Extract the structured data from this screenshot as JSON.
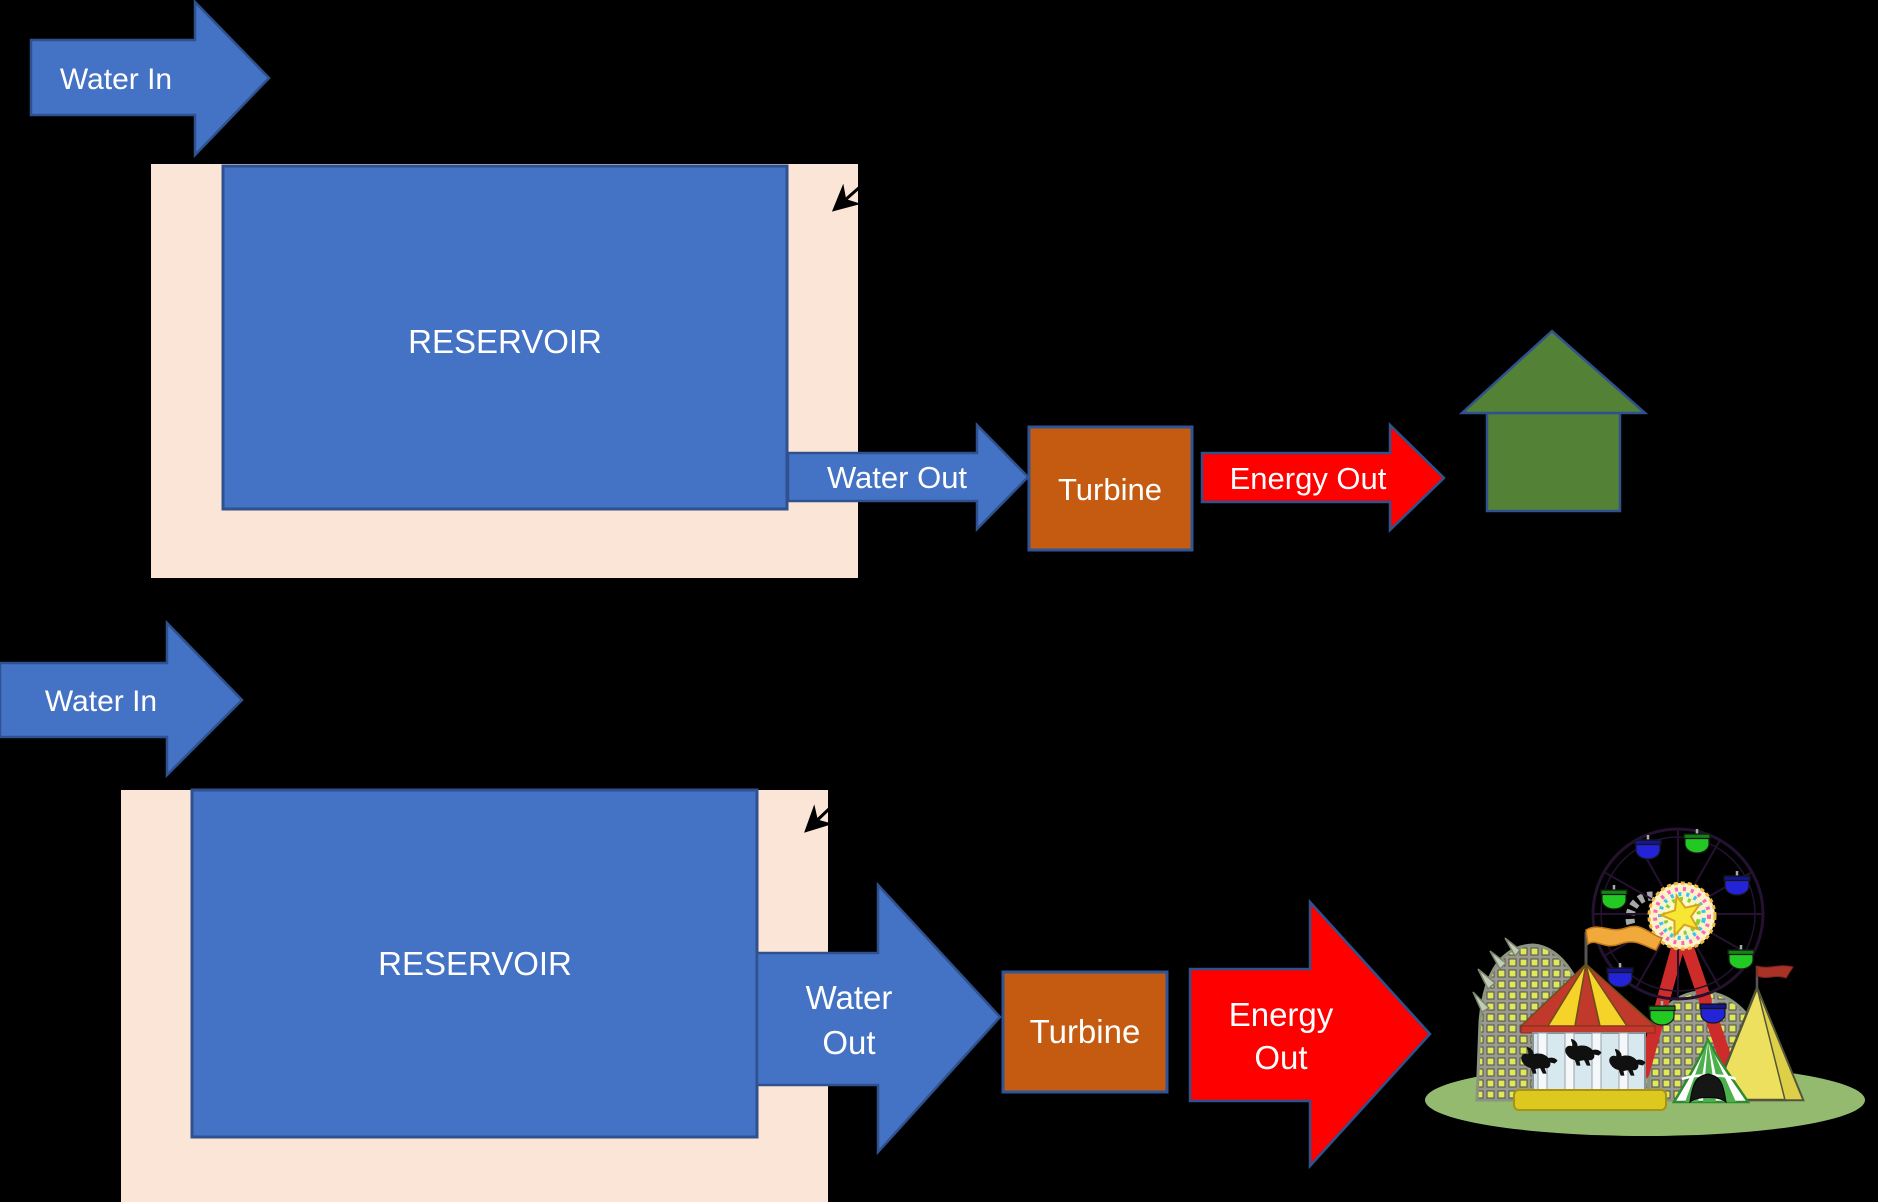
{
  "diagram": {
    "title_hint": "hydroelectric dam energy diagram",
    "colors": {
      "background": "#000000",
      "water_blue": "#4472C4",
      "water_blue_border": "#2F528F",
      "dam_beige": "#FBE5D6",
      "turbine_orange": "#C55A11",
      "energy_red": "#FF0000",
      "house_green": "#538135",
      "grass_green": "#94BA70"
    },
    "top": {
      "water_in": "Water In",
      "reservoir_label": "RESERVOIR",
      "water_out": "Water Out",
      "turbine_label": "Turbine",
      "energy_out": "Energy Out"
    },
    "bottom": {
      "water_in": "Water In",
      "reservoir_label": "RESERVOIR",
      "water_out_line1": "Water",
      "water_out_line2": "Out",
      "turbine_label": "Turbine",
      "energy_out_line1": "Energy",
      "energy_out_line2": "Out"
    },
    "icons": {
      "top_consumer": "house-icon",
      "bottom_consumer": "amusement-park-icon"
    }
  }
}
